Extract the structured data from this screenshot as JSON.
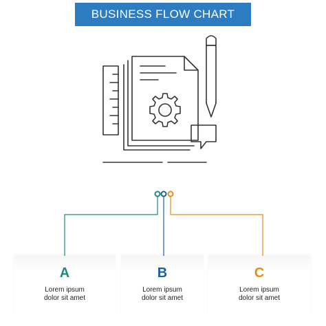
{
  "banner": {
    "title": "BUSINESS FLOW CHART",
    "color": "#2d7bc0"
  },
  "icon": {
    "name": "document-settings-pencil-ruler-icon"
  },
  "steps": [
    {
      "letter": "A",
      "line1": "Lorem ipsum",
      "line2": "dolor sit amet",
      "color": "#1f8a7a"
    },
    {
      "letter": "B",
      "line1": "Lorem ipsum",
      "line2": "dolor sit amet",
      "color": "#1f5f9a"
    },
    {
      "letter": "C",
      "line1": "Lorem ipsum",
      "line2": "dolor sit amet",
      "color": "#e88a1c"
    }
  ]
}
